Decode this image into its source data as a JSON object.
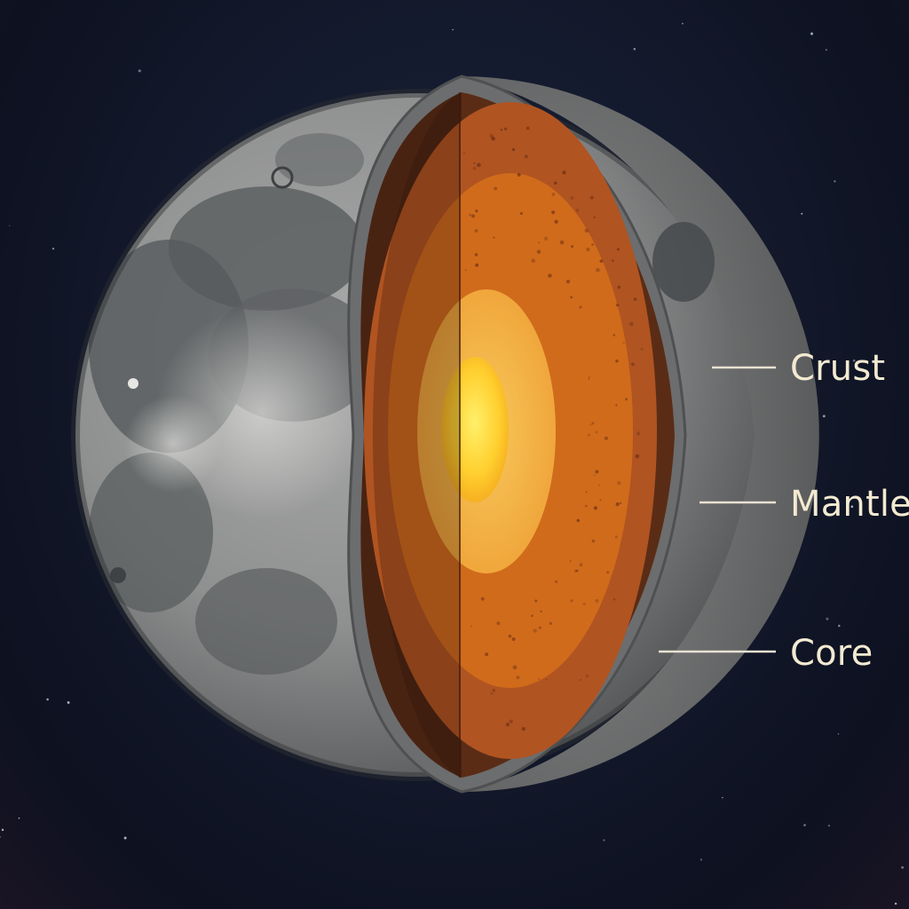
{
  "labels": {
    "crust": "Crust",
    "mantle": "Mantle",
    "core": "Core"
  },
  "colors": {
    "space_background": "#121829",
    "moon_surface": "#8d8e8e",
    "maria": "#5b5e60",
    "crust_rim": "#6d6e6f",
    "crust_cut": "#5b2e17",
    "mantle_outer": "#b5581f",
    "mantle_inner": "#d46f1b",
    "core_outer": "#f0a53a",
    "inner_core": "#ffd23a",
    "label_text": "#f3ead2",
    "leader_line": "#e8e2d2"
  }
}
